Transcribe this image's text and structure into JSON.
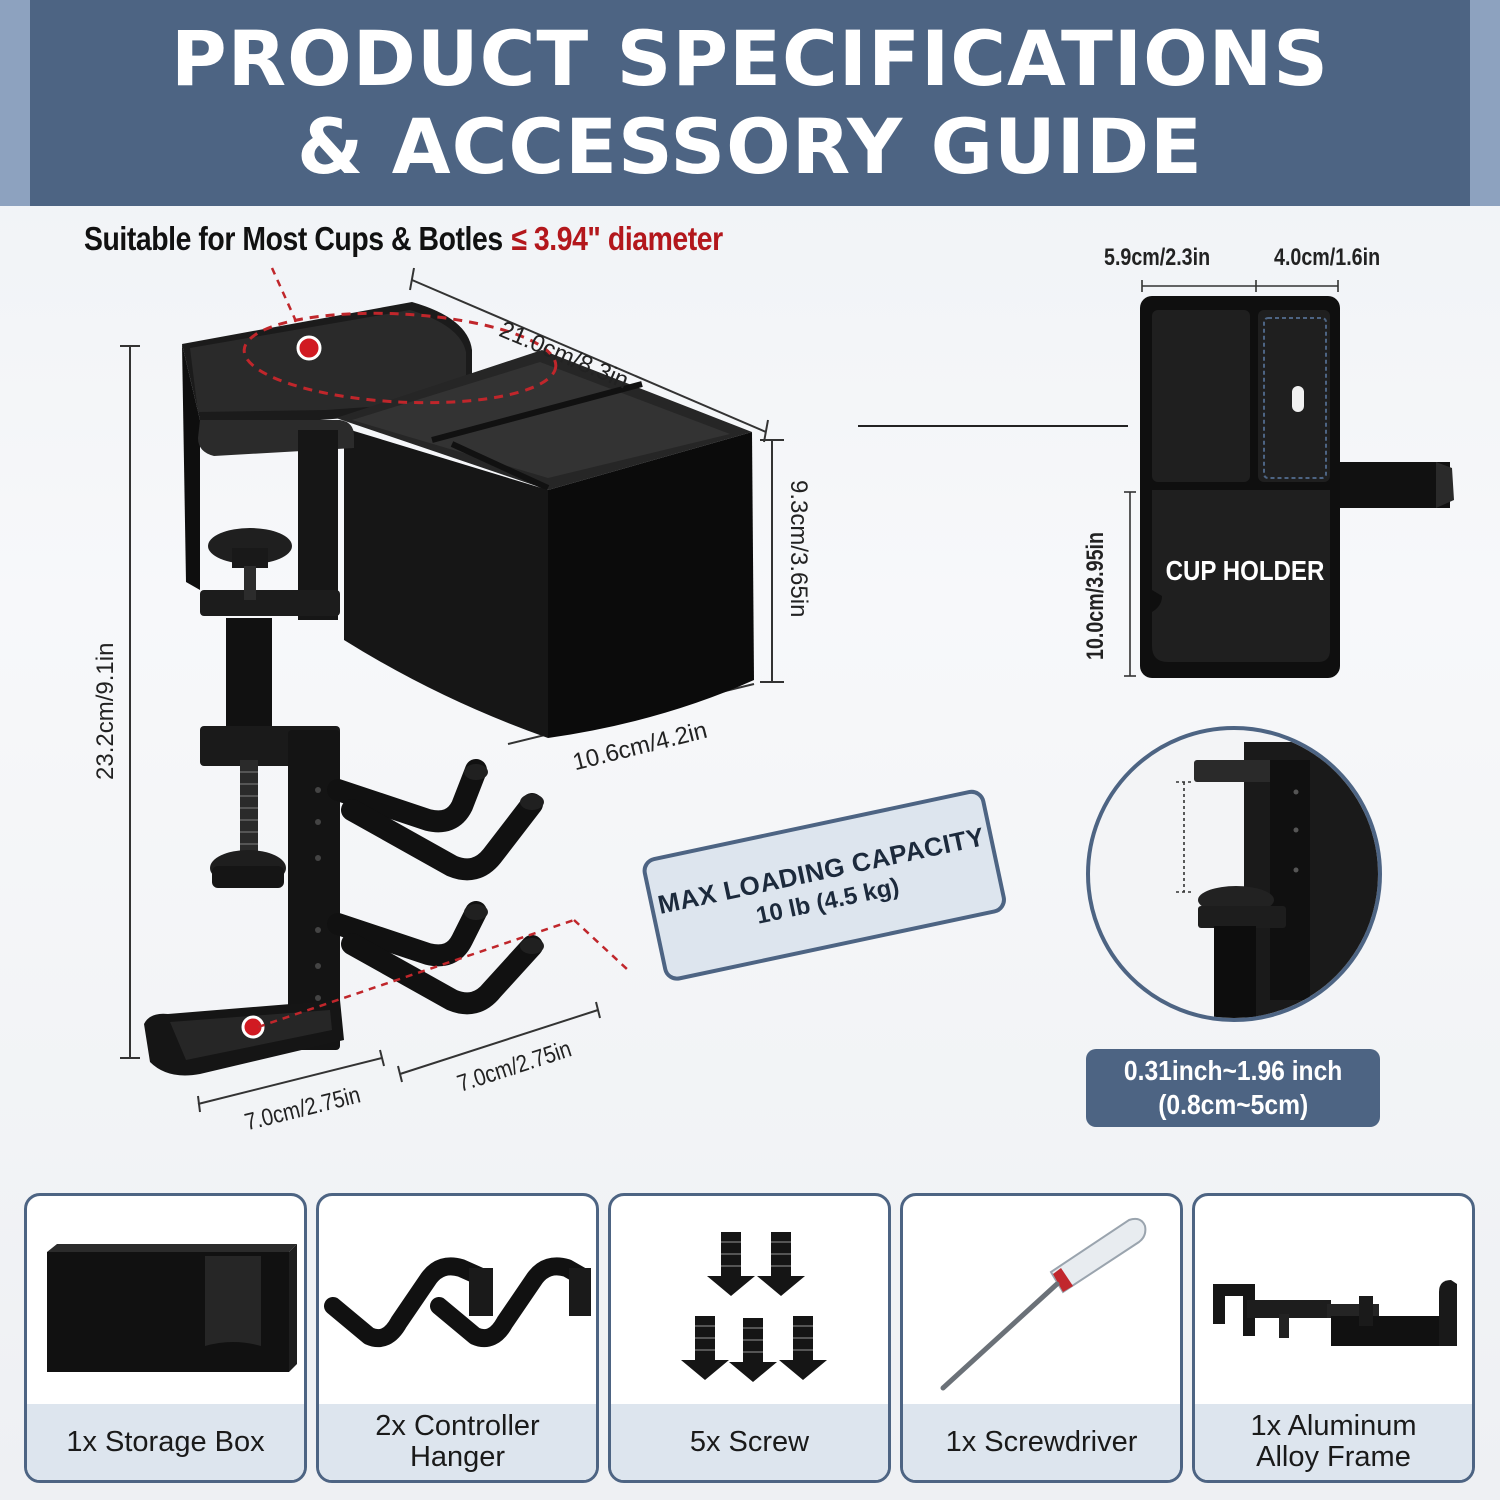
{
  "banner": {
    "line1": "PRODUCT SPECIFICATIONS",
    "line2": "& ACCESSORY GUIDE"
  },
  "note": {
    "lead": "Suitable for Most Cups & Botles",
    "limit": "≤ 3.94\" diameter"
  },
  "dimensions": {
    "box_length": "21.0cm/8.3in",
    "box_height": "9.3cm/3.65in",
    "box_width": "10.6cm/4.2in",
    "total_height": "23.2cm/9.1in",
    "hook_width_left": "7.0cm/2.75in",
    "hook_width_right": "7.0cm/2.75in",
    "top_view_left": "5.9cm/2.3in",
    "top_view_right": "4.0cm/1.6in",
    "top_view_depth": "10.0cm/3.95in"
  },
  "top_view": {
    "label": "CUP HOLDER"
  },
  "capacity": {
    "title": "MAX LOADING CAPACITY",
    "value": "10 lb (4.5 kg)"
  },
  "clamp_range": {
    "line1": "0.31inch~1.96 inch",
    "line2": "(0.8cm~5cm)"
  },
  "accessories": [
    {
      "caption": "1x Storage Box",
      "icon": "storage-box-icon"
    },
    {
      "caption": "2x Controller\nHanger",
      "icon": "controller-hanger-icon"
    },
    {
      "caption": "5x Screw",
      "icon": "screw-icon"
    },
    {
      "caption": "1x Screwdriver",
      "icon": "screwdriver-icon"
    },
    {
      "caption": "1x Aluminum\nAlloy Frame",
      "icon": "alloy-frame-icon"
    }
  ],
  "colors": {
    "banner": "#4d6483",
    "accent_red": "#b3171c",
    "caption_bg": "#dde5ee",
    "product": "#111111"
  }
}
